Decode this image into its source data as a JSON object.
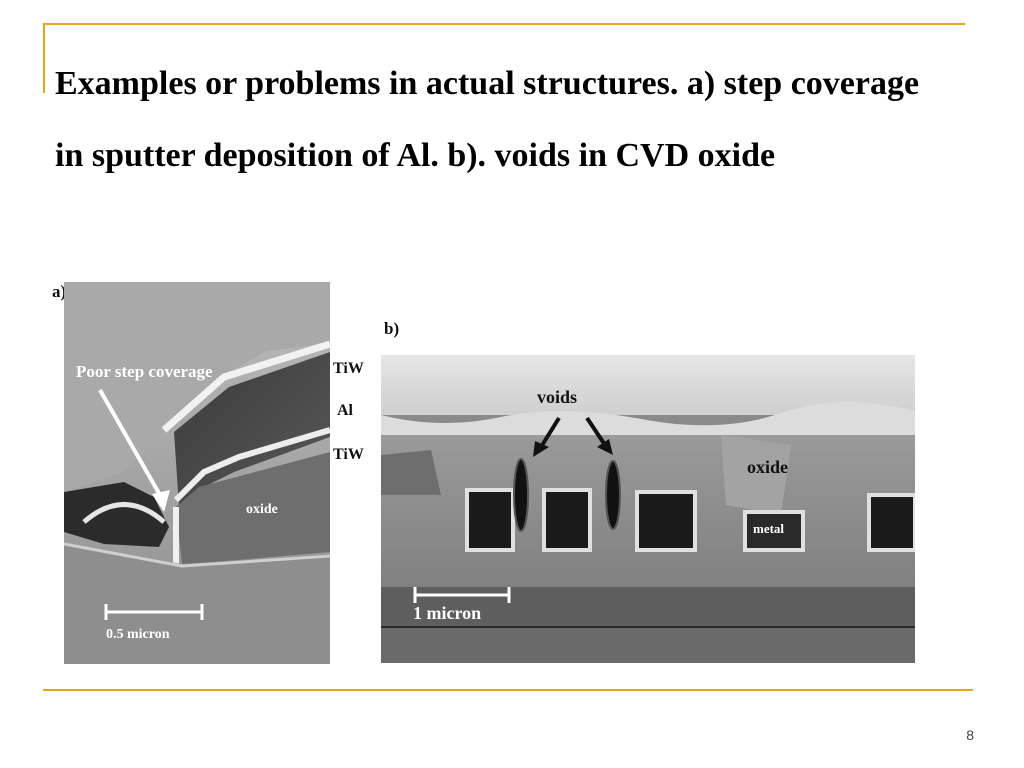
{
  "slide": {
    "title": "Examples or problems in actual structures. a) step coverage in sputter deposition of Al. b). voids in CVD oxide",
    "page_number": "8",
    "accent_color": "#e8a317"
  },
  "figure_a": {
    "panel_label": "a)",
    "annotation": "Poor step coverage",
    "region_label": "oxide",
    "scale_bar": "0.5  micron",
    "layers": [
      "TiW",
      "Al",
      "TiW"
    ]
  },
  "figure_b": {
    "panel_label": "b)",
    "voids_label": "voids",
    "oxide_label": "oxide",
    "metal_label": "metal",
    "scale_bar": "1 micron"
  }
}
